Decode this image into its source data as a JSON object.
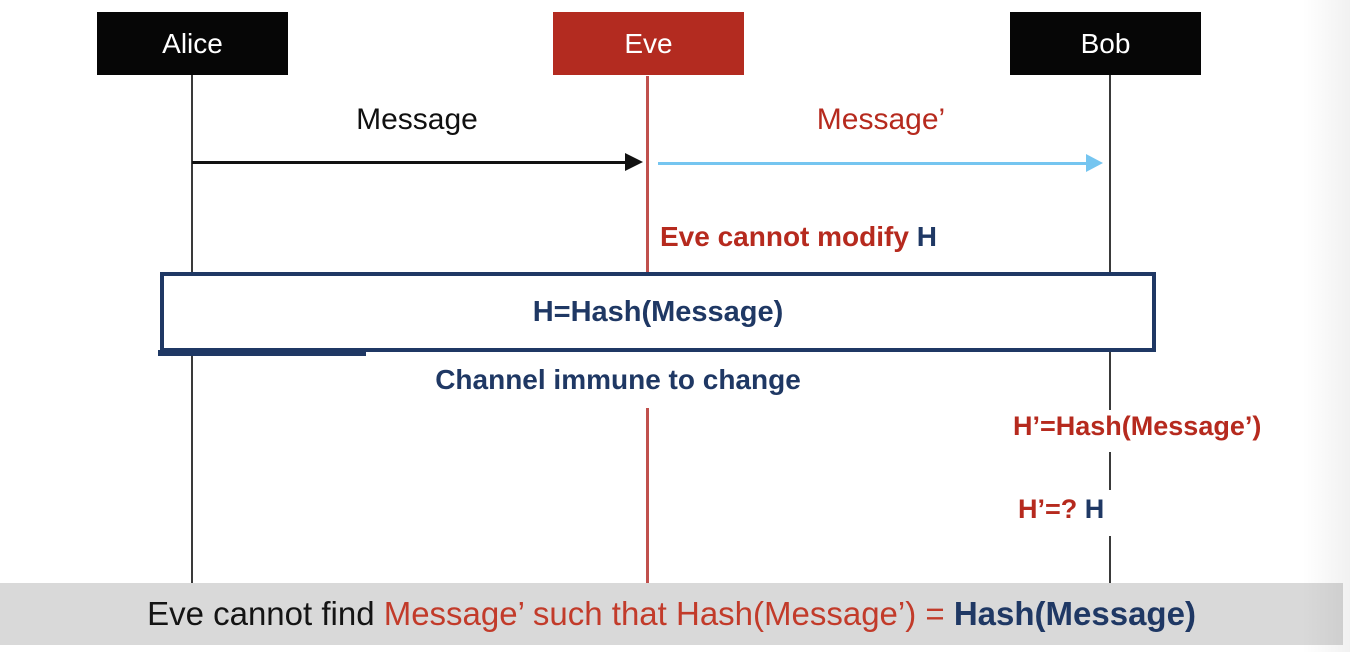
{
  "colors": {
    "actor_black": "#060606",
    "eve_box_red": "#b32b20",
    "eve_lifeline_red": "#c0504d",
    "accent_red_text": "#b62a1e",
    "navy": "#1f3864",
    "arrow_blue": "#75c5f0",
    "footer_bg": "#d9d9d9",
    "footer_red": "#c23b2a"
  },
  "actors": [
    {
      "label": "Alice"
    },
    {
      "label": "Eve"
    },
    {
      "label": "Bob"
    }
  ],
  "arrows": {
    "message": {
      "label": "Message"
    },
    "message_prime": {
      "label": "Message’"
    }
  },
  "notes": {
    "eve_modify": {
      "red": "Eve cannot modify ",
      "navy": "H"
    },
    "hash_box": "H=Hash(Message)",
    "channel": "Channel immune to change",
    "h_prime": "H’=Hash(Message’)",
    "compare": {
      "red": "H’=? ",
      "navy": "H"
    }
  },
  "footer": {
    "black": "Eve cannot find ",
    "red": "Message’ such that Hash(Message’) = ",
    "navy": "Hash(Message)"
  }
}
